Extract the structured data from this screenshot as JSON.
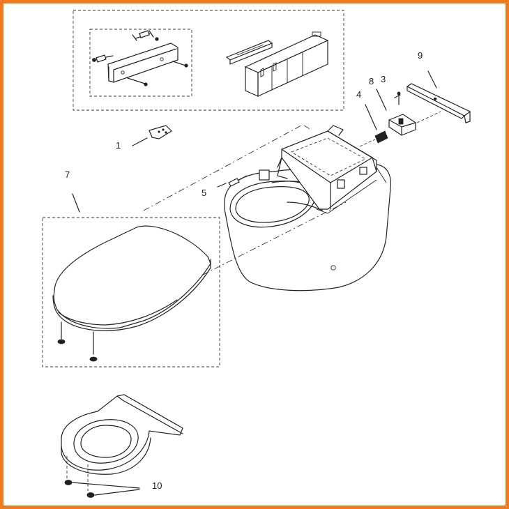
{
  "diagram": {
    "frame_color": "#f07a1e",
    "callouts": {
      "c1": "1",
      "c3": "3",
      "c4": "4",
      "c5": "5",
      "c7": "7",
      "c8": "8",
      "c9": "9",
      "c10": "10"
    }
  }
}
